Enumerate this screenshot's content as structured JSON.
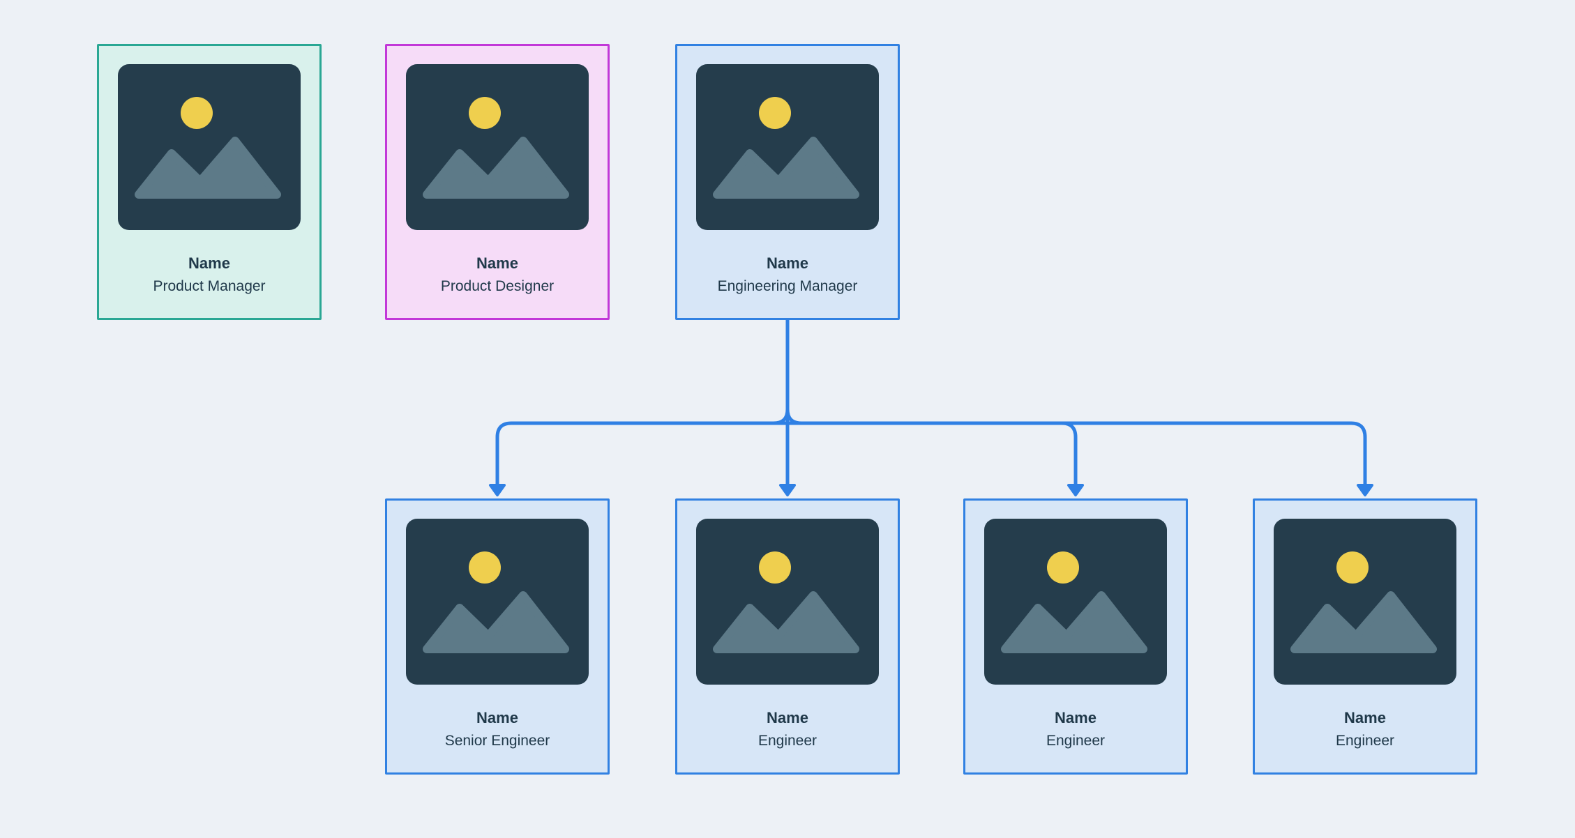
{
  "diagram": {
    "type": "org-chart",
    "name_placeholder": "Name"
  },
  "colors": {
    "page-bg": "#edf1f6",
    "connector": "#2f80e4",
    "teal-border": "#2aa794",
    "teal-bg": "#d9f1ec",
    "magenta-border": "#c238d8",
    "magenta-bg": "#f6dcf8",
    "blue-border": "#3181e2",
    "blue-bg": "#d7e6f7",
    "photo-bg": "#253d4c",
    "sun": "#efcf4e",
    "mountain": "#5d7a88",
    "text": "#1f3849"
  },
  "cards": [
    {
      "id": "product-manager",
      "name": "Name",
      "role": "Product Manager",
      "variant": "teal",
      "row": "top"
    },
    {
      "id": "product-designer",
      "name": "Name",
      "role": "Product Designer",
      "variant": "magenta",
      "row": "top"
    },
    {
      "id": "engineering-manager",
      "name": "Name",
      "role": "Engineering Manager",
      "variant": "blue",
      "row": "top"
    },
    {
      "id": "senior-engineer",
      "name": "Name",
      "role": "Senior Engineer",
      "variant": "blue",
      "row": "bottom"
    },
    {
      "id": "engineer-1",
      "name": "Name",
      "role": "Engineer",
      "variant": "blue",
      "row": "bottom"
    },
    {
      "id": "engineer-2",
      "name": "Name",
      "role": "Engineer",
      "variant": "blue",
      "row": "bottom"
    },
    {
      "id": "engineer-3",
      "name": "Name",
      "role": "Engineer",
      "variant": "blue",
      "row": "bottom"
    }
  ],
  "edges": [
    {
      "from": "engineering-manager",
      "to": "senior-engineer"
    },
    {
      "from": "engineering-manager",
      "to": "engineer-1"
    },
    {
      "from": "engineering-manager",
      "to": "engineer-2"
    },
    {
      "from": "engineering-manager",
      "to": "engineer-3"
    }
  ]
}
